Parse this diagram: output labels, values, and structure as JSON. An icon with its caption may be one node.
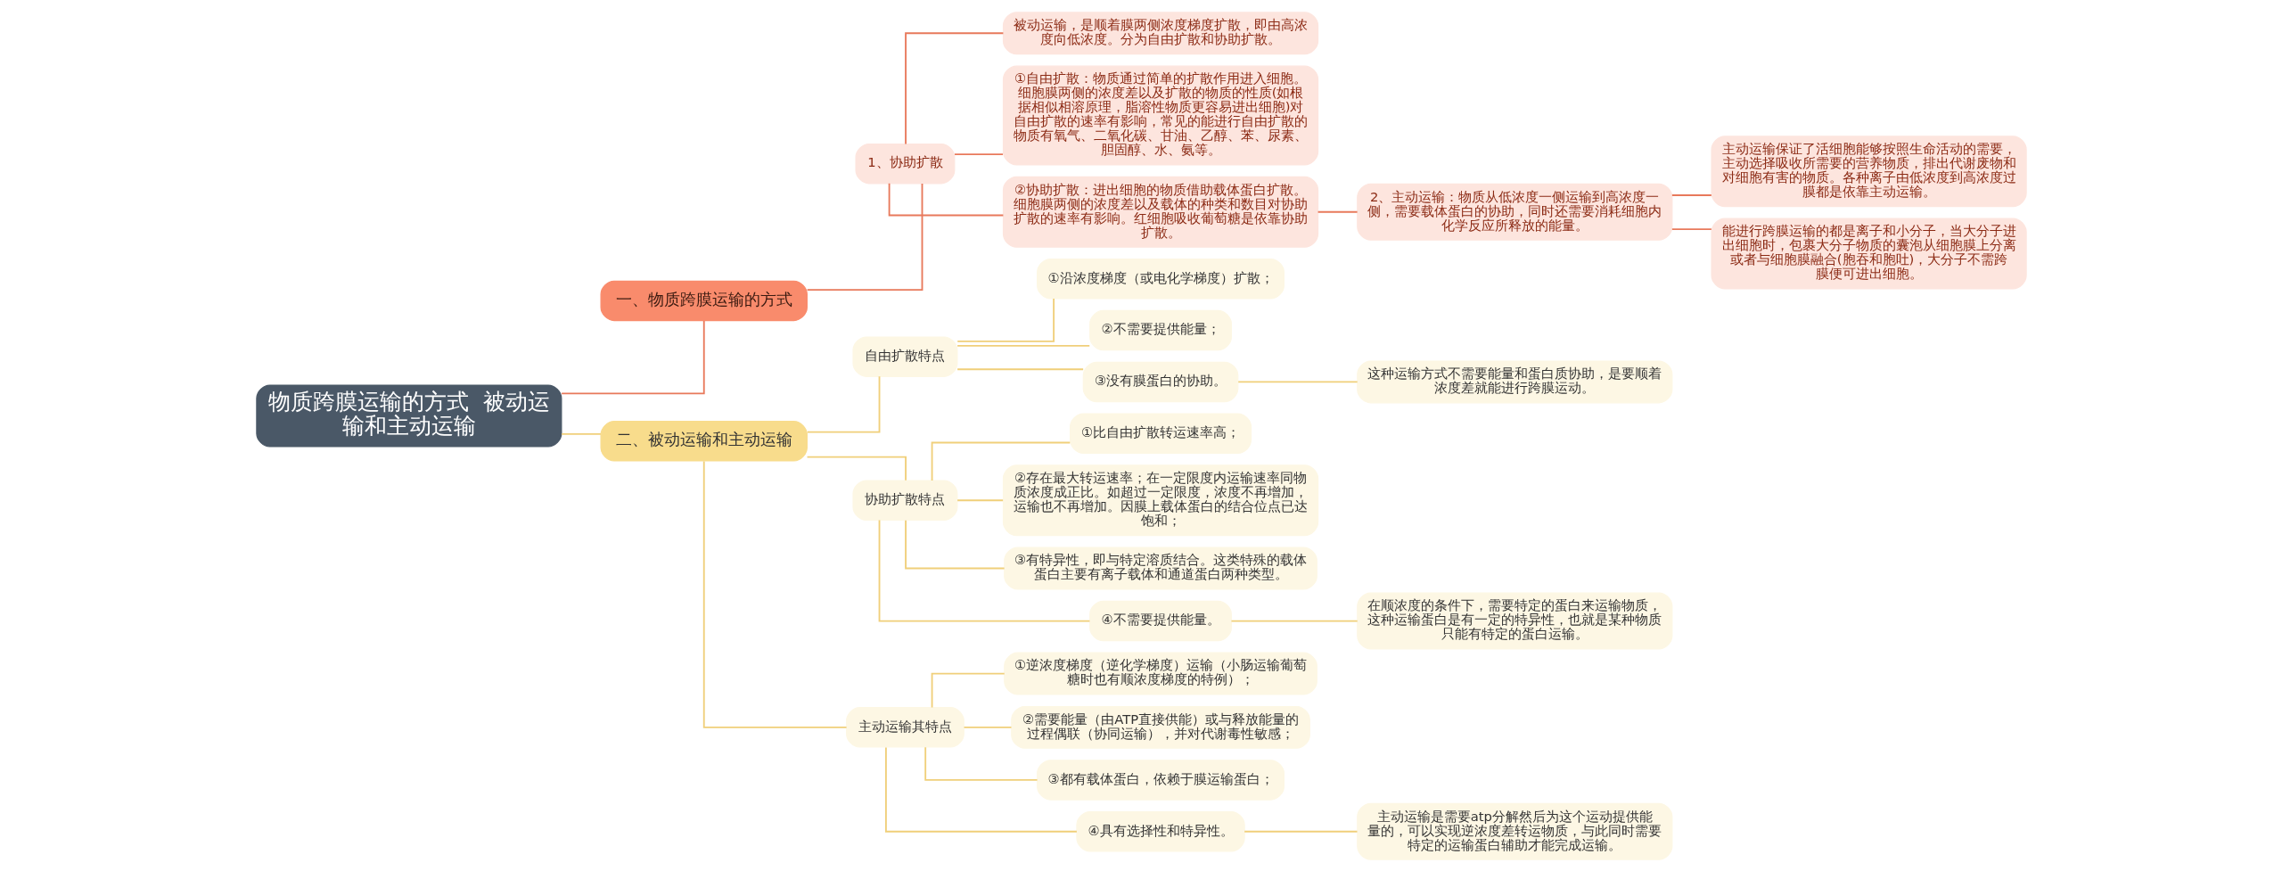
{
  "diagram": {
    "nodes": [
      {
        "text": [
          "物质跨膜运输的方式  被动运输和主动运输"
        ]
      },
      {
        "text": [
          "一、物质跨膜运输的方式"
        ]
      },
      {
        "text": [
          "1、协助扩散"
        ]
      },
      {
        "text": [
          "被动运输，是顺着膜两侧浓度梯度扩散，即由高浓度向低浓度。分为自由扩散和协助扩散。"
        ]
      },
      {
        "text": [
          "①自由扩散：物质通过简单的扩散作用进入细胞。细胞膜两侧的浓度差以及扩散的物质的性质(如根据相似相溶原理，脂溶性物质更容易进出细胞)对自由扩散的速率有影响，常见的能进行自由扩散的物质有氧气、二氧化碳、甘油、乙醇、苯、尿素、胆固醇、水、氨等。"
        ]
      },
      {
        "text": [
          "②协助扩散：进出细胞的物质借助载体蛋白扩散。细胞膜两侧的浓度差以及载体的种类和数目对协助扩散的速率有影响。红细胞吸收葡萄糖是依靠协助扩散。"
        ]
      },
      {
        "text": [
          "2、主动运输：物质从低浓度一侧运输到高浓度一侧，需要载体蛋白的协助，同时还需要消耗细胞内化学反应所释放的能量。"
        ]
      },
      {
        "text": [
          "主动运输保证了活细胞能够按照生命活动的需要，主动选择吸收所需要的营养物质，排出代谢废物和对细胞有害的物质。各种离子由低浓度到高浓度过膜都是依靠主动运输。"
        ]
      },
      {
        "text": [
          "能进行跨膜运输的都是离子和小分子，当大分子进出细胞时，包裹大分子物质的囊泡从细胞膜上分离或者与细胞膜融合(胞吞和胞吐)，大分子不需跨膜便可进出细胞。"
        ]
      },
      {
        "text": [
          "二、被动运输和主动运输"
        ]
      },
      {
        "text": [
          "自由扩散特点"
        ]
      },
      {
        "text": [
          "①沿浓度梯度（或电化学梯度）扩散；"
        ]
      },
      {
        "text": [
          "②不需要提供能量；"
        ]
      },
      {
        "text": [
          "③没有膜蛋白的协助。"
        ]
      },
      {
        "text": [
          "这种运输方式不需要能量和蛋白质协助，是要顺着浓度差就能进行跨膜运动。"
        ]
      },
      {
        "text": [
          "协助扩散特点"
        ]
      },
      {
        "text": [
          "①比自由扩散转运速率高；"
        ]
      },
      {
        "text": [
          "②存在最大转运速率；在一定限度内运输速率同物质浓度成正比。如超过一定限度，浓度不再增加，运输也不再增加。因膜上载体蛋白的结合位点已达饱和；"
        ]
      },
      {
        "text": [
          "③有特异性，即与特定溶质结合。这类特殊的载体蛋白主要有离子载体和通道蛋白两种类型。"
        ]
      },
      {
        "text": [
          "④不需要提供能量。"
        ]
      },
      {
        "text": [
          "在顺浓度的条件下，需要特定的蛋白来运输物质，这种运输蛋白是有一定的特异性，也就是某种物质只能有特定的蛋白运输。"
        ]
      },
      {
        "text": [
          "主动运输其特点"
        ]
      },
      {
        "text": [
          "①逆浓度梯度（逆化学梯度）运输（小肠运输葡萄糖时也有顺浓度梯度的特例）；"
        ]
      },
      {
        "text": [
          "②需要能量（由ATP直接供能）或与释放能量的过程偶联（协同运输），并对代谢毒性敏感；"
        ]
      },
      {
        "text": [
          "③都有载体蛋白，依赖于膜运输蛋白；"
        ]
      },
      {
        "text": [
          "④具有选择性和特异性。"
        ]
      },
      {
        "text": [
          "主动运输是需要atp分解然后为这个运动提供能量的，可以实现逆浓度差转运物质，与此同时需要特定的运输蛋白辅助才能完成运输。"
        ]
      }
    ],
    "edges": [
      {
        "from": 0,
        "to": 1,
        "arrow": "none",
        "color": "#e8795b"
      },
      {
        "from": 1,
        "to": 2,
        "arrow": "none",
        "color": "#e8795b"
      },
      {
        "from": 2,
        "to": 3,
        "arrow": "none",
        "color": "#e8795b"
      },
      {
        "from": 2,
        "to": 4,
        "arrow": "none",
        "color": "#e8795b"
      },
      {
        "from": 2,
        "to": 5,
        "arrow": "none",
        "color": "#e8795b"
      },
      {
        "from": 5,
        "to": 6,
        "arrow": "none",
        "color": "#e8795b"
      },
      {
        "from": 6,
        "to": 7,
        "arrow": "none",
        "color": "#e8795b"
      },
      {
        "from": 6,
        "to": 8,
        "arrow": "none",
        "color": "#e8795b"
      },
      {
        "from": 0,
        "to": 9,
        "arrow": "none"
      },
      {
        "from": 9,
        "to": 10,
        "arrow": "none"
      },
      {
        "from": 10,
        "to": 11,
        "arrow": "none"
      },
      {
        "from": 10,
        "to": 12,
        "arrow": "none"
      },
      {
        "from": 10,
        "to": 13,
        "arrow": "none"
      },
      {
        "from": 13,
        "to": 14,
        "arrow": "none"
      },
      {
        "from": 9,
        "to": 15,
        "arrow": "none"
      },
      {
        "from": 15,
        "to": 16,
        "arrow": "none"
      },
      {
        "from": 15,
        "to": 17,
        "arrow": "none"
      },
      {
        "from": 15,
        "to": 18,
        "arrow": "none"
      },
      {
        "from": 15,
        "to": 19,
        "arrow": "none"
      },
      {
        "from": 19,
        "to": 20,
        "arrow": "none"
      },
      {
        "from": 9,
        "to": 21,
        "arrow": "none"
      },
      {
        "from": 21,
        "to": 22,
        "arrow": "none"
      },
      {
        "from": 21,
        "to": 23,
        "arrow": "none"
      },
      {
        "from": 21,
        "to": 24,
        "arrow": "none"
      },
      {
        "from": 21,
        "to": 25,
        "arrow": "none"
      },
      {
        "from": 25,
        "to": 26,
        "arrow": "none"
      }
    ]
  }
}
